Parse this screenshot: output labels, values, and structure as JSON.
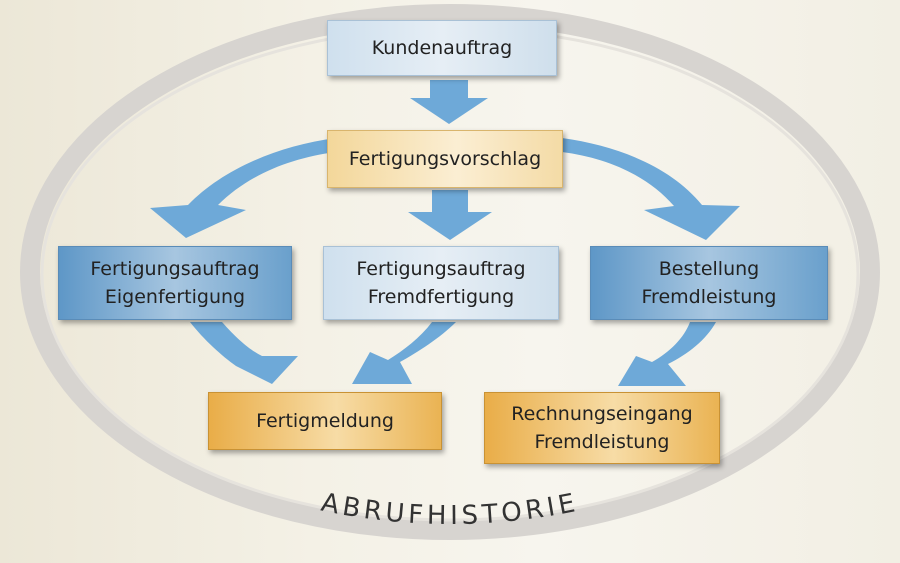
{
  "diagram": {
    "nodes": {
      "kundenauftrag": {
        "lines": [
          "Kundenauftrag"
        ]
      },
      "fertigungsvorschlag": {
        "lines": [
          "Fertigungsvorschlag"
        ]
      },
      "fa_eigen": {
        "lines": [
          "Fertigungsauftrag",
          "Eigenfertigung"
        ]
      },
      "fa_fremd": {
        "lines": [
          "Fertigungsauftrag",
          "Fremdfertigung"
        ]
      },
      "bestellung": {
        "lines": [
          "Bestellung",
          "Fremdleistung"
        ]
      },
      "fertigmeldung": {
        "lines": [
          "Fertigmeldung"
        ]
      },
      "rechnungseingang": {
        "lines": [
          "Rechnungseingang",
          "Fremdleistung"
        ]
      }
    },
    "ring_label": "ABRUFHISTORIE",
    "colors": {
      "ring": "#d6d3cf",
      "arrow": "#6ea7d6",
      "box_blue_light": "#dde8f2",
      "box_blue_dark": "#7eabd2",
      "box_orange_light": "#f7e3b9",
      "box_orange_dark": "#f0c070"
    }
  }
}
